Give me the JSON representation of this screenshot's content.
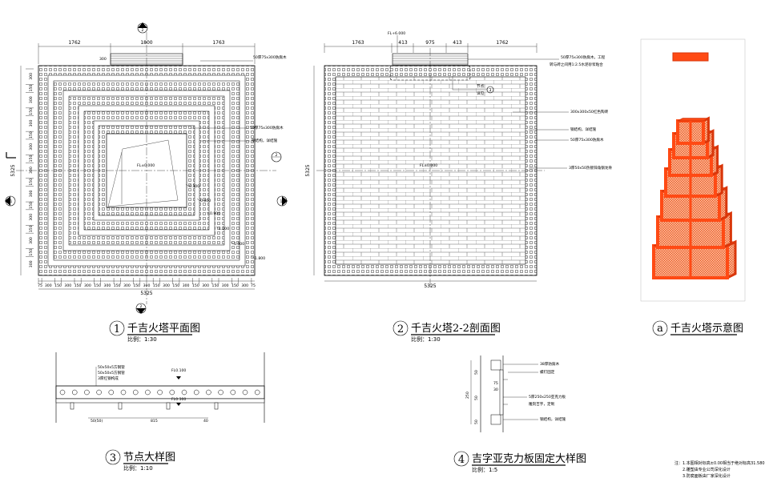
{
  "titles": {
    "plan_number": "1",
    "plan_title": "千吉火塔平面图",
    "plan_scale": "比例：1:30",
    "section_number": "2",
    "section_title": "千吉火塔2-2剖面图",
    "section_scale": "比例：1:30",
    "schematic_letter": "a",
    "schematic_title": "千吉火塔示意图",
    "node_number": "3",
    "node_title": "节点大样图",
    "node_scale": "比例：1:10",
    "acrylic_number": "4",
    "acrylic_title": "吉字亚克力板固定大样图",
    "acrylic_scale": "比例：1:5"
  },
  "plan": {
    "top_dims": [
      "1762",
      "1800",
      "1763"
    ],
    "total_dim": "5325",
    "left_dim": "5325",
    "bottom_dims": [
      "75",
      "300",
      "150",
      "300",
      "150",
      "300",
      "150",
      "300",
      "150",
      "300",
      "150",
      "300",
      "150",
      "300",
      "150",
      "300",
      "150",
      "300",
      "150",
      "300",
      "150",
      "300",
      "75"
    ],
    "left_dims": [
      "300",
      "150",
      "300",
      "150",
      "300",
      "150",
      "300",
      "150",
      "300",
      "150",
      "300",
      "150",
      "300",
      "150",
      "300",
      "150",
      "300"
    ],
    "level_center": "FL±0.000",
    "step_levels": [
      "0.300",
      "0.600",
      "0.900",
      "1.200",
      "1.500",
      "1.800"
    ],
    "label_1": "50厚75x300防腐木",
    "label_2": "50厚75x300防腐木",
    "label_3": "钢结构，详结施",
    "section_marker": "2",
    "section_marker_sub": "详2-1",
    "top_marker": "2",
    "top_marker_sub": "详1",
    "bottom_marker": "2",
    "bottom_marker_sub": "详2",
    "left_marker": "1",
    "right_marker": "1"
  },
  "section": {
    "top_level": "FL+6.000",
    "top_dims": [
      "1763",
      "413",
      "975",
      "413",
      "1762"
    ],
    "center_level": "FL±0.000",
    "total_dim": "5325",
    "left_dim": "5325",
    "node_label": "节点",
    "node_ref": "3",
    "node_sub": "详见",
    "annotations": [
      "50厚75x300防腐木，工程",
      "转与砖之间用1:2.5水泥砂浆粘合",
      "300x300x50红色陶砖",
      "钢结构，详结施",
      "50厚75x300防腐木",
      "3厚50x50热镀锌角钢龙骨"
    ]
  },
  "node_detail": {
    "labels": [
      "50x50x5方钢管",
      "50x50x5方钢管",
      "3厚红钢构成"
    ],
    "level_1": "FL0.100",
    "level_2": "FL0.300",
    "dims": [
      "50(50)",
      "815",
      "40"
    ]
  },
  "acrylic_detail": {
    "labels": [
      "38厚防腐木",
      "螺钉固定",
      "5厚250x250亚克力板",
      "雕刻吉字，定制",
      "钢结构，详结施"
    ],
    "dims": [
      "50",
      "75",
      "30",
      "250",
      "50",
      "50"
    ]
  },
  "notes": [
    "注：1.本图相对标高±0.00相当于绝对标高31.580",
    "2.雕塑由专业公司深化设计",
    "3.防腐面板由厂家深化设计"
  ],
  "colors": {
    "tower": "#ff4a14",
    "tower_dark": "#d9360a",
    "line": "#000000"
  }
}
